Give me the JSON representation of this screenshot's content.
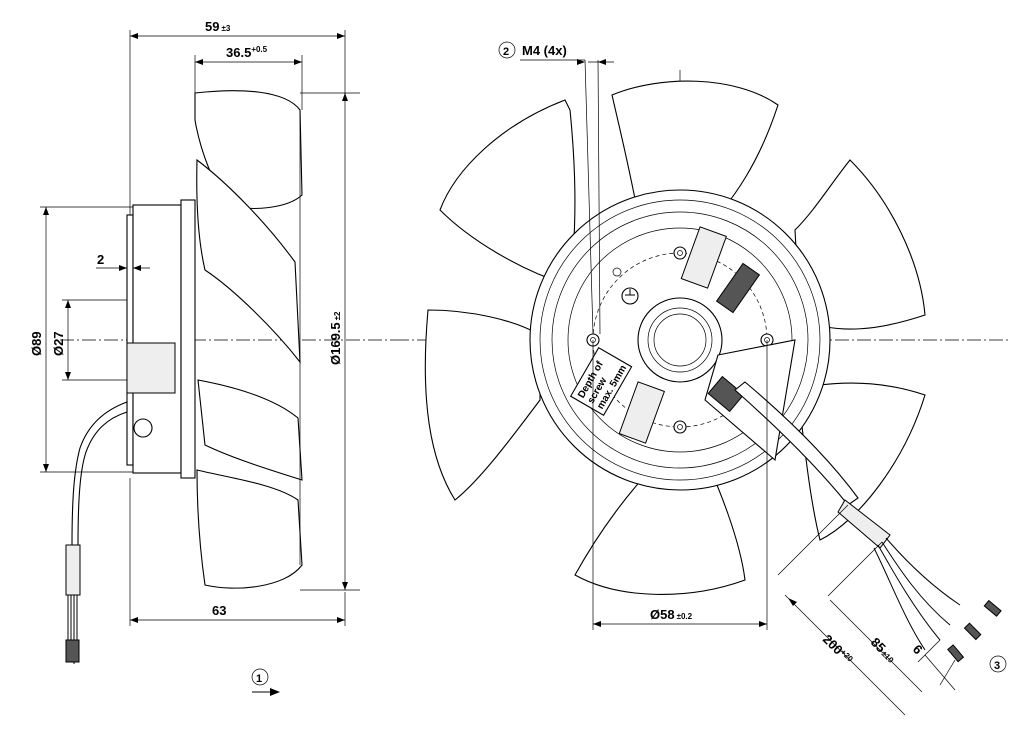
{
  "side_view": {
    "overall_depth": {
      "value": "59",
      "tolerance": "±3"
    },
    "blade_depth": {
      "value": "36.5",
      "tolerance": "+0.5"
    },
    "flange_thickness": "2",
    "hub_diameter": "Ø89",
    "shaft_diameter": "Ø27",
    "outer_diameter": {
      "value": "Ø169.5",
      "tolerance": "±2"
    },
    "base_length": "63"
  },
  "front_view": {
    "thread_callout": {
      "marker": "2",
      "text": "M4 (4x)"
    },
    "mount_circle": {
      "value": "Ø58",
      "tolerance": "±0.2"
    },
    "screw_note": [
      "Depth of",
      "screw",
      "max. 5mm"
    ],
    "cable": {
      "length": {
        "value": "200",
        "tolerance": "+20"
      },
      "strip": {
        "value": "85",
        "tolerance": "±10"
      },
      "wire_end": "6",
      "marker": "3"
    }
  },
  "airflow": {
    "marker": "1"
  }
}
